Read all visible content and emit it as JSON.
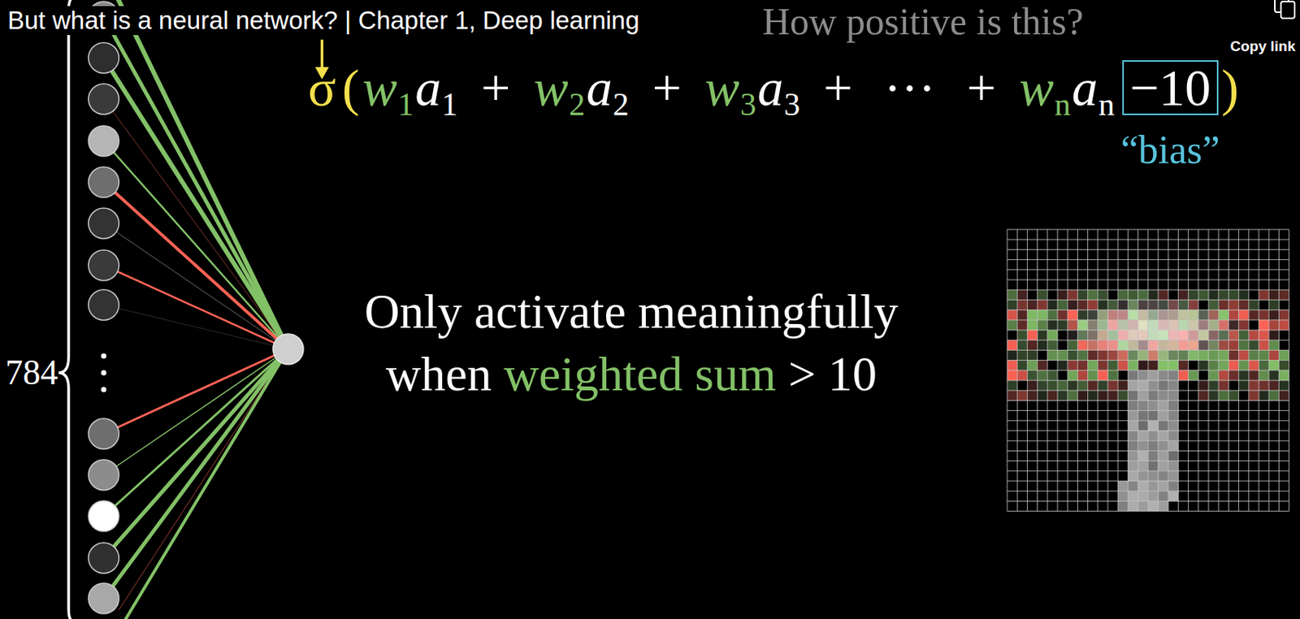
{
  "diagram": {
    "nodes": [
      {
        "text": [
          "−10"
        ]
      }
    ],
    "labels": [
      "But what is a neural network? | Chapter 1, Deep learning",
      "How positive is this?",
      "Copy link",
      "σ",
      "(",
      "w",
      "1",
      "a",
      "1",
      "+",
      "w",
      "2",
      "a",
      "2",
      "+",
      "w",
      "3",
      "a",
      "3",
      "+",
      "···",
      "+",
      "w",
      "n",
      "a",
      "n",
      ")",
      "“bias”",
      "Only activate meaningfully",
      "when",
      "weighted sum",
      "> 10",
      "784"
    ]
  }
}
